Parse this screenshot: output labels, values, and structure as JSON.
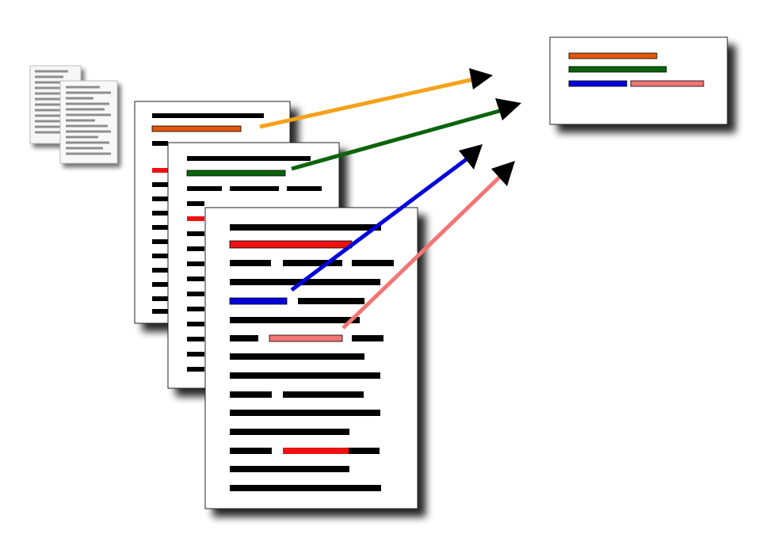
{
  "diagram": {
    "description_free": true,
    "colors": {
      "page_fill": "#ffffff",
      "page_border": "#222222",
      "text_line": "#000000",
      "highlight_orange": "#e3560c",
      "highlight_green": "#0b640b",
      "highlight_blue": "#0000dd",
      "highlight_pink": "#f27575",
      "highlight_red": "#ee1111",
      "arrow_orange": "#f5a21b",
      "arrow_green": "#0b640b",
      "arrow_blue": "#0000dd",
      "arrow_pink": "#f27575",
      "arrowhead": "#000000",
      "shadow": "#000000"
    },
    "icons": {
      "source_documents": "document-stack-icon",
      "extraction_arrow": "arrow-icon"
    },
    "extracted_fields": [
      {
        "name": "orange",
        "color_key": "highlight_orange"
      },
      {
        "name": "green",
        "color_key": "highlight_green"
      },
      {
        "name": "blue",
        "color_key": "highlight_blue"
      },
      {
        "name": "pink",
        "color_key": "highlight_pink"
      }
    ]
  }
}
